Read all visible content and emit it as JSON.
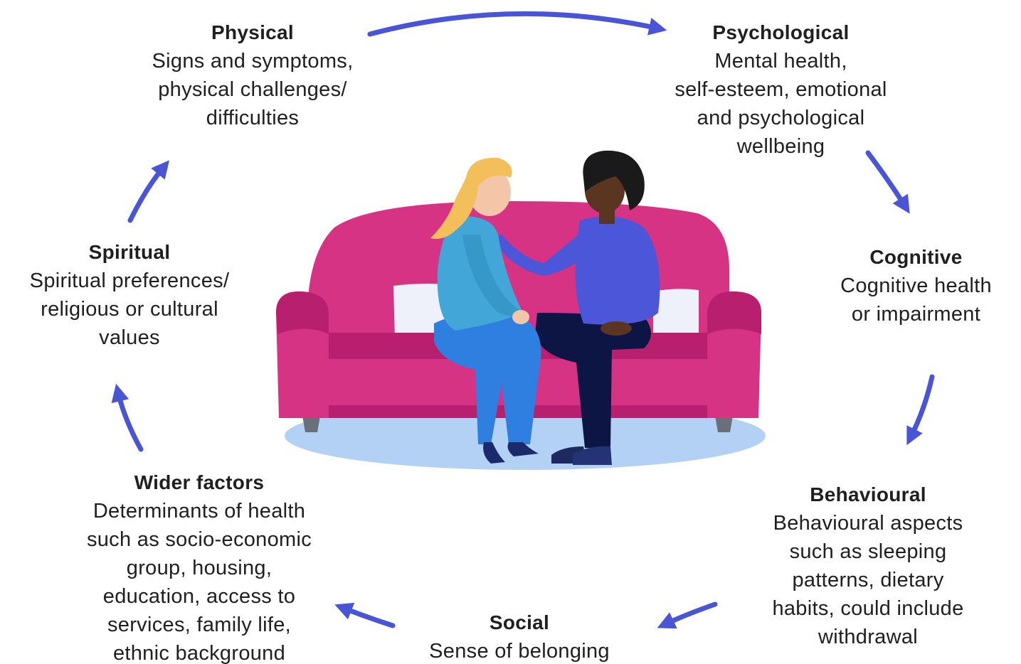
{
  "colors": {
    "arrow": "#4a55d6",
    "sofa": "#d63384",
    "sofa_dark": "#b81f6e",
    "rug": "#b3d0f5",
    "cushion": "#eef0fa"
  },
  "factors": {
    "physical": {
      "title": "Physical",
      "description": "Signs and symptoms,\nphysical challenges/\ndifficulties"
    },
    "psychological": {
      "title": "Psychological",
      "description": "Mental health,\nself-esteem, emotional\nand psychological\nwellbeing"
    },
    "cognitive": {
      "title": "Cognitive",
      "description": "Cognitive health\nor impairment"
    },
    "behavioural": {
      "title": "Behavioural",
      "description": "Behavioural aspects\nsuch as sleeping\npatterns, dietary\nhabits, could include\nwithdrawal"
    },
    "social": {
      "title": "Social",
      "description": "Sense of belonging"
    },
    "wider": {
      "title": "Wider factors",
      "description": "Determinants of health\nsuch as socio-economic\ngroup, housing,\neducation, access to\nservices, family life,\nethnic background"
    },
    "spiritual": {
      "title": "Spiritual",
      "description": "Spiritual preferences/\nreligious or cultural\nvalues"
    }
  },
  "illustration": {
    "icon": "two-people-on-sofa-illustration"
  }
}
